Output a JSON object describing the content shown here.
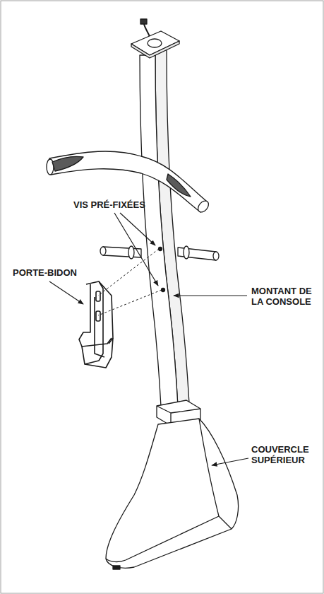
{
  "diagram": {
    "labels": [
      "VIS PRÉ-FIXÉES",
      "PORTE-BIDON",
      "MONTANT DE LA CONSOLE",
      "COUVERCLE SUPÉRIEUR"
    ]
  }
}
